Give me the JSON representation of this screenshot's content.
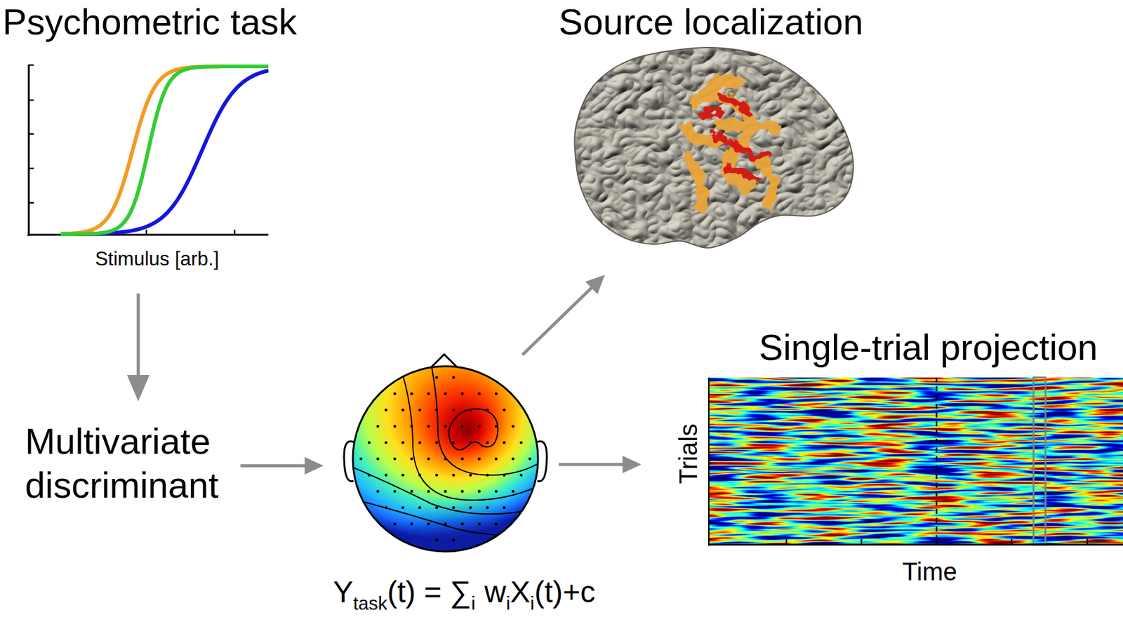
{
  "diagram": {
    "nodes": [
      {
        "text": [
          "Psychometric task",
          "Stimulus [arb.]"
        ]
      },
      {
        "text": [
          "Multivariate discriminant"
        ]
      },
      {
        "text": [
          "Y",
          "task",
          "(t) = ∑",
          "i",
          "w",
          "i",
          "X",
          "i",
          "(t)+c"
        ]
      },
      {
        "text": [
          "Source localization"
        ]
      },
      {
        "text": [
          "Single-trial projection",
          "Trials",
          "Time"
        ]
      }
    ],
    "edges": [
      {
        "from": 0,
        "to": 1,
        "arrow": "to"
      },
      {
        "from": 1,
        "to": 2,
        "arrow": "to"
      },
      {
        "from": 2,
        "to": 3,
        "arrow": "to"
      },
      {
        "from": 2,
        "to": 4,
        "arrow": "to"
      }
    ]
  }
}
